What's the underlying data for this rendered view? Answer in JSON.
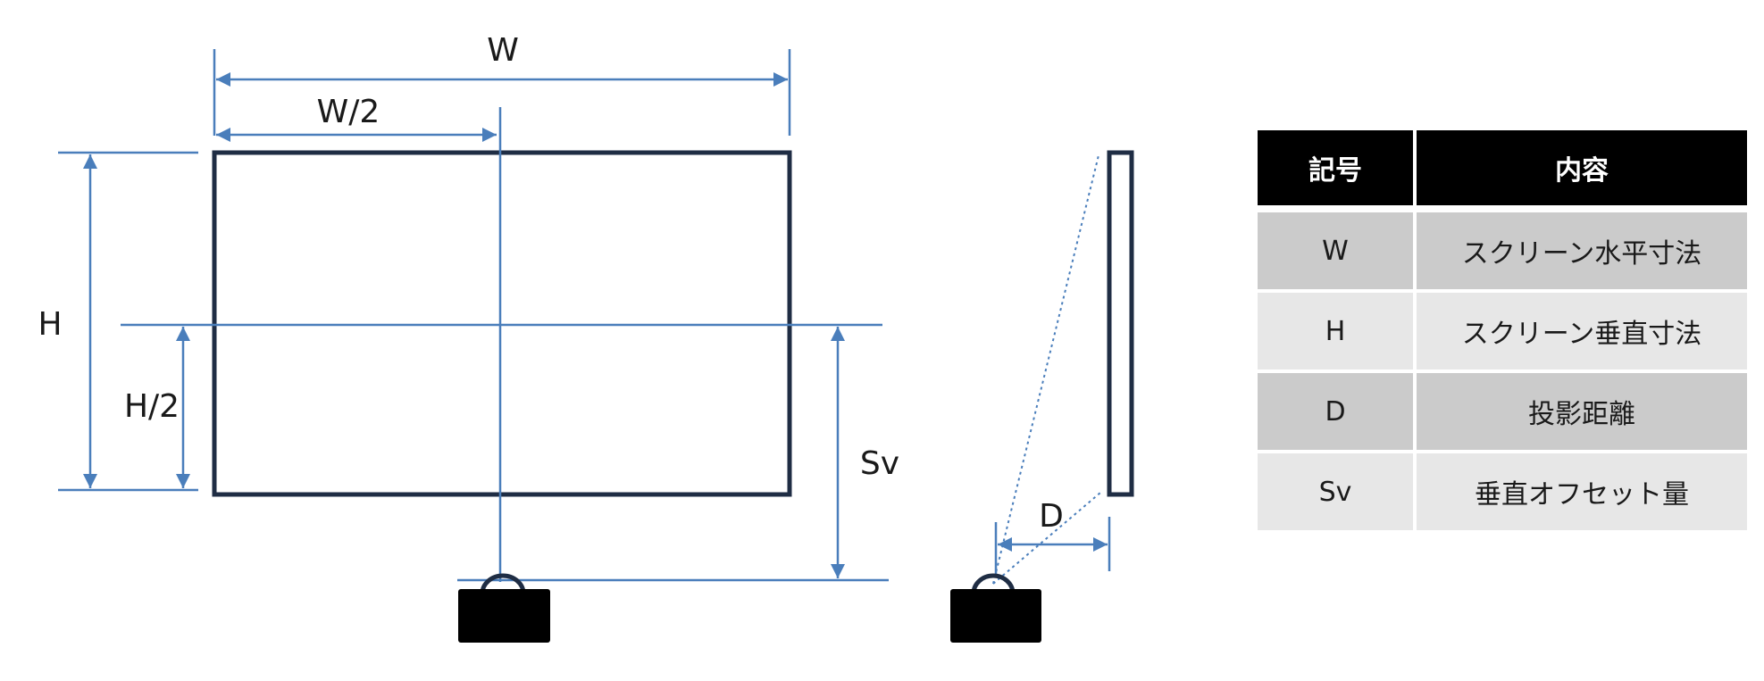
{
  "front_view": {
    "labels": {
      "w": "W",
      "w_half": "W/2",
      "h": "H",
      "h_half": "H/2",
      "sv": "Sv"
    }
  },
  "side_view": {
    "labels": {
      "d": "D"
    }
  },
  "legend": {
    "headers": {
      "symbol": "記号",
      "content": "内容"
    },
    "rows": [
      {
        "symbol": "W",
        "content": "スクリーン水平寸法"
      },
      {
        "symbol": "H",
        "content": "スクリーン垂直寸法"
      },
      {
        "symbol": "D",
        "content": "投影距離"
      },
      {
        "symbol": "Sv",
        "content": "垂直オフセット量"
      }
    ]
  },
  "colors": {
    "dimension_line": "#4a7ebb",
    "screen_outline": "#1f2d44",
    "projector": "#000000"
  }
}
